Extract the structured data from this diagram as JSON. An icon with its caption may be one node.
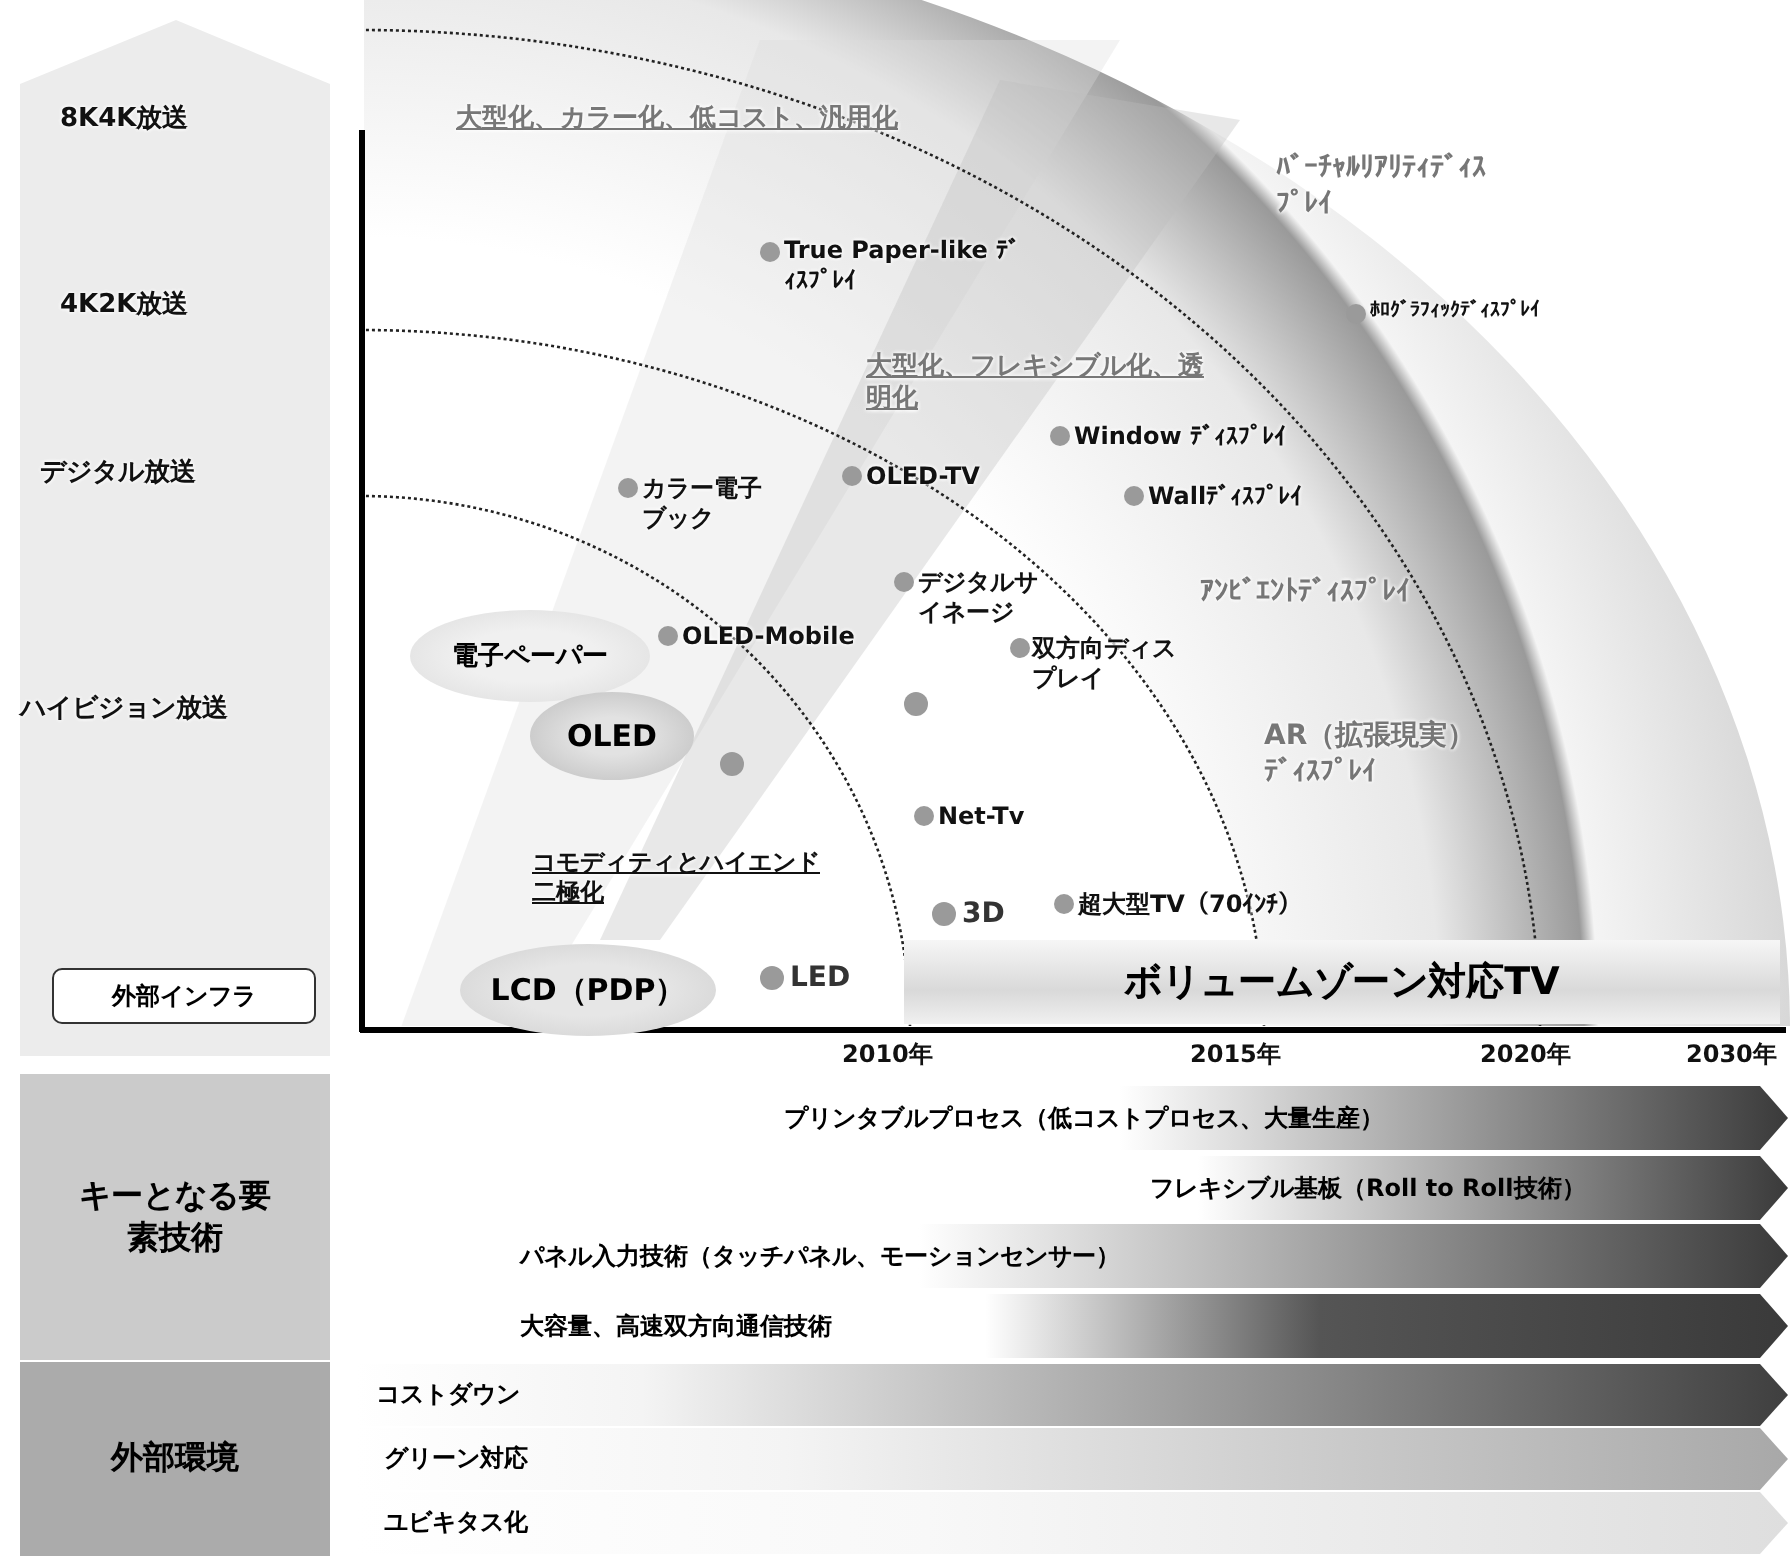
{
  "diagram": {
    "nodes": [
      {
        "text": [
          "電子ペーパー"
        ]
      },
      {
        "text": [
          "OLED"
        ]
      },
      {
        "text": [
          "LCD（PDP）"
        ]
      },
      {
        "text": [
          "外部インフラ"
        ]
      },
      {
        "text": [
          "ボリュームゾーン対応TV"
        ]
      },
      {
        "text": [
          "キーとなる要素技術"
        ]
      },
      {
        "text": [
          "外部環境"
        ]
      },
      {
        "text": [
          "プリンタブルプロセス（低コストプロセス、大量生産）"
        ]
      },
      {
        "text": [
          "フレキシブル基板（Roll to Roll技術）"
        ]
      },
      {
        "text": [
          "パネル入力技術（タッチパネル、モーションセンサー）"
        ]
      },
      {
        "text": [
          "大容量、高速双方向通信技術"
        ]
      },
      {
        "text": [
          "コストダウン"
        ]
      },
      {
        "text": [
          "グリーン対応"
        ]
      },
      {
        "text": [
          "ユビキタス化"
        ]
      }
    ],
    "labels": [
      "8K4K放送",
      "大型化、カラー化、低コスト、汎用化",
      "ﾊﾞｰﾁｬﾙﾘｱﾘﾃｨﾃﾞｨｽﾌﾟﾚｲ",
      "True Paper-like ﾃﾞｨｽﾌﾟﾚｲ",
      "4K2K放送",
      "ﾎﾛｸﾞﾗﾌｨｯｸﾃﾞｨｽﾌﾟﾚｲ",
      "大型化、フレキシブル化、透明化",
      "Window ﾃﾞｨｽﾌﾟﾚｲ",
      "デジタル放送",
      "カラー電子ブック",
      "OLED-TV",
      "Wallﾃﾞｨｽﾌﾟﾚｲ",
      "デジタルサイネージ",
      "ｱﾝﾋﾞｴﾝﾄﾃﾞｨｽﾌﾟﾚｲ",
      "OLED-Mobile",
      "双方向ディスプレイ",
      "ハイビジョン放送",
      "AR（拡張現実）ﾃﾞｨｽﾌﾟﾚｲ",
      "Net-Tv",
      "コモディティとハイエンド二極化",
      "3D",
      "超大型TV（70ｲﾝﾁ）",
      "LED",
      "2010年",
      "2015年",
      "2020年",
      "2030年"
    ]
  }
}
